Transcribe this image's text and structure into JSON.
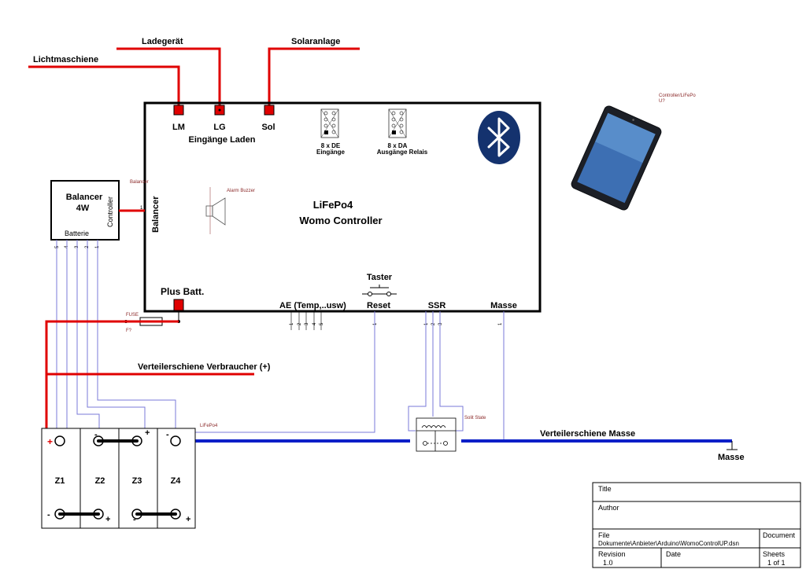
{
  "inputs": {
    "lichtmaschiene": "Lichtmaschiene",
    "ladegeraet": "Ladegerät",
    "solaranlage": "Solaranlage"
  },
  "controller": {
    "title_line1": "LiFePo4",
    "title_line2": "Womo Controller",
    "pin_lm": "LM",
    "pin_lg": "LG",
    "pin_sol": "Sol",
    "inputs_caption": "Eingänge Laden",
    "de_line1": "8 x DE",
    "de_line2": "Eingänge",
    "da_line1": "8 x DA",
    "da_line2": "Ausgänge Relais",
    "balancer_side": "Balancer",
    "balancer_ref": "Balancer",
    "buzzer_ref": "Alarm Buzzer",
    "plus_batt": "Plus Batt.",
    "ae_label": "AE  (Temp,..usw)",
    "reset_label": "Reset",
    "ssr_label": "SSR",
    "masse_label": "Masse",
    "taster_label": "Taster"
  },
  "balancer": {
    "title_line1": "Balancer",
    "title_line2": "4W",
    "side_label": "Controller",
    "bottom_label": "Batterie",
    "pins": [
      "5",
      "4",
      "3",
      "2",
      "1"
    ]
  },
  "ae_pins": [
    "1",
    "2",
    "3",
    "4",
    "5"
  ],
  "ssr_pins": [
    "1",
    "2",
    "3"
  ],
  "fuse": {
    "ref": "FUSE",
    "ref2": "F?"
  },
  "tablet": {
    "ref_line1": "Controller/LiFePo",
    "ref_line2": "U?"
  },
  "bus": {
    "verbraucher": "Verteilerschiene Verbraucher (+)",
    "masse_bus": "Verteilerschiene Masse",
    "masse": "Masse"
  },
  "battery": {
    "ref": "LiFePo4",
    "cells": [
      "Z1",
      "Z2",
      "Z3",
      "Z4"
    ],
    "plus": "+",
    "minus": "-"
  },
  "solid_state_ref": "Solit State",
  "title_block": {
    "title": "Title",
    "author": "Author",
    "file": "File",
    "file_path": "Dokumente\\Anbieter\\Arduino\\WomoControlUP.dsn",
    "document": "Document",
    "revision": "Revision",
    "revision_value": "1.0",
    "date": "Date",
    "sheets": "Sheets",
    "sheets_value": "1 of 1"
  },
  "colors": {
    "positive_wire": "#e00000",
    "ground_wire": "#0a1fc8",
    "signal_wire": "#7a7ad8",
    "bluetooth_bg": "#14326e"
  }
}
